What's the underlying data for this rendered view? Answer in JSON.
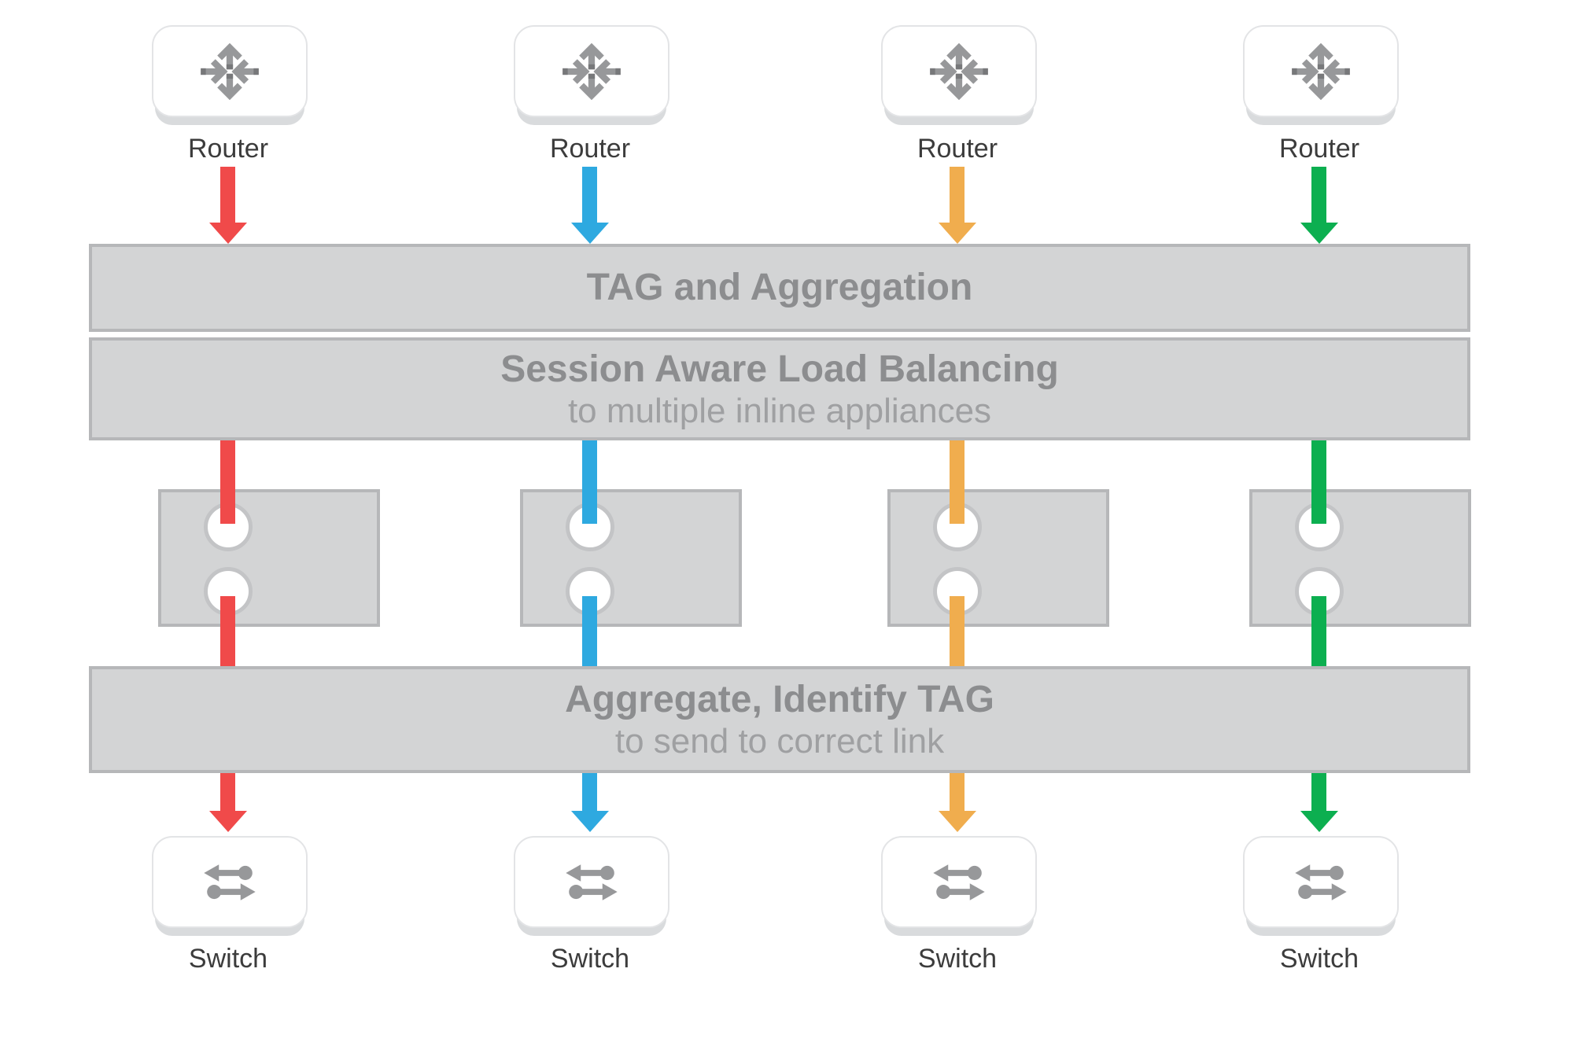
{
  "diagram": {
    "title_hint": "session-aware inline load balancing flow",
    "bands": {
      "tag": {
        "title": "TAG and Aggregation"
      },
      "slb": {
        "title": "Session Aware Load Balancing",
        "subtitle": "to multiple inline appliances"
      },
      "agg": {
        "title": "Aggregate, Identify TAG",
        "subtitle": "to send to correct link"
      }
    },
    "columns": [
      {
        "router_label": "Router",
        "switch_label": "Switch",
        "color": "#F04A4A",
        "color_name": "red"
      },
      {
        "router_label": "Router",
        "switch_label": "Switch",
        "color": "#2EA9E0",
        "color_name": "blue"
      },
      {
        "router_label": "Router",
        "switch_label": "Switch",
        "color": "#F0AD4E",
        "color_name": "orange"
      },
      {
        "router_label": "Router",
        "switch_label": "Switch",
        "color": "#0CAF50",
        "color_name": "green"
      }
    ],
    "palette": {
      "band_fill": "#d3d4d5",
      "band_border": "#b6b7b9",
      "band_title_color": "#8c8d8f",
      "band_subtitle_color": "#9fa0a2",
      "port_ring": "#c3c4c6",
      "label_color": "#3c3c3c",
      "icon_gray": "#97989a",
      "icon_gray_dark": "#77787a"
    }
  }
}
